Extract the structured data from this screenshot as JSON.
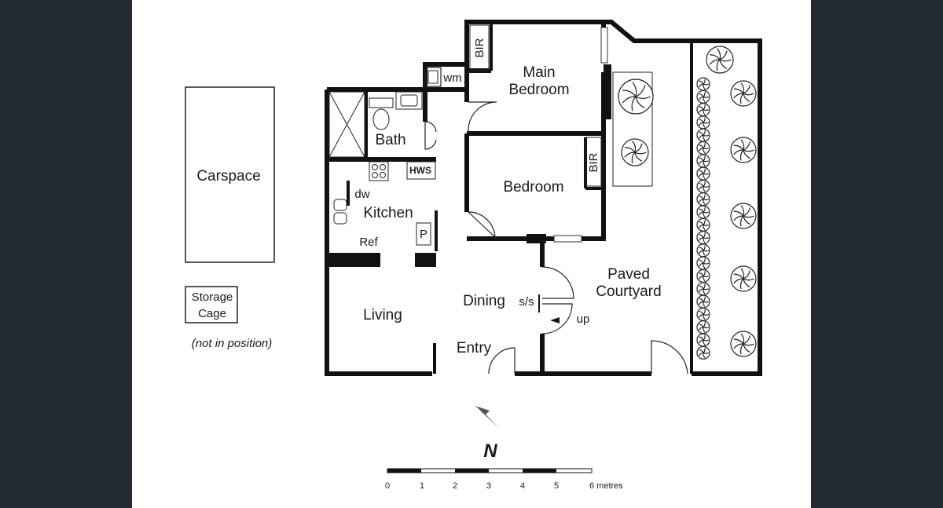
{
  "rooms": {
    "carspace": "Carspace",
    "storage_line1": "Storage",
    "storage_line2": "Cage",
    "storage_note": "(not in position)",
    "main_bedroom_line1": "Main",
    "main_bedroom_line2": "Bedroom",
    "bedroom": "Bedroom",
    "bath": "Bath",
    "kitchen": "Kitchen",
    "living": "Living",
    "dining": "Dining",
    "entry": "Entry",
    "courtyard_line1": "Paved",
    "courtyard_line2": "Courtyard"
  },
  "fixtures": {
    "bir_main": "BIR",
    "bir_bedroom": "BIR",
    "wm": "wm",
    "hws": "HWS",
    "dw": "dw",
    "ref": "Ref",
    "pantry": "P",
    "ss": "s/s",
    "up": "up"
  },
  "compass": {
    "label": "N"
  },
  "scale": {
    "ticks": [
      "0",
      "1",
      "2",
      "3",
      "4",
      "5",
      "6 metres"
    ]
  }
}
